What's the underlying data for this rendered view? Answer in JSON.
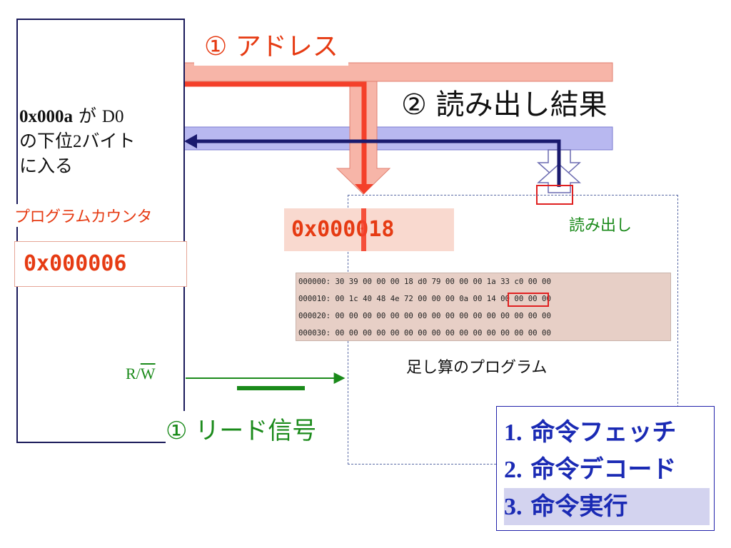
{
  "labels": {
    "address": "① アドレス",
    "read_result": "② 読み出し結果",
    "d0_note_line1_value": "0x000a",
    "d0_note_line1_mid": " が ",
    "d0_note_line1_reg": "D0",
    "d0_note_line2_pre": "の下位",
    "d0_note_line2_num": "2",
    "d0_note_line2_post": "バイト",
    "d0_note_line3": "に入る",
    "program_counter": "プログラムカウンタ",
    "pc_value": "0x000006",
    "address_value": "0x000018",
    "read": "読み出し",
    "memory_caption": "足し算のプログラム",
    "rw_r": "R/",
    "rw_w": "W",
    "read_signal": "① リード信号"
  },
  "hexdump": [
    "000000: 30 39 00 00 00 18 d0 79 00 00 00 1a 33 c0 00 00",
    "000010: 00 1c 40 48 4e 72 00 00 00 0a 00 14 00 00 00 00",
    "000020: 00 00 00 00 00 00 00 00 00 00 00 00 00 00 00 00",
    "000030: 00 00 00 00 00 00 00 00 00 00 00 00 00 00 00 00"
  ],
  "steps": [
    {
      "num": "1.",
      "text": " 命令フェッチ",
      "active": false
    },
    {
      "num": "2.",
      "text": " 命令デコード",
      "active": false
    },
    {
      "num": "3.",
      "text": " 命令実行",
      "active": true
    }
  ],
  "colors": {
    "address_path": "#f4402a",
    "address_band": "#f7b5a8",
    "data_path": "#1a1a6e",
    "data_band": "#b8b8f0",
    "signal_green": "#1a8a1a",
    "highlight_box": "#e02020"
  }
}
